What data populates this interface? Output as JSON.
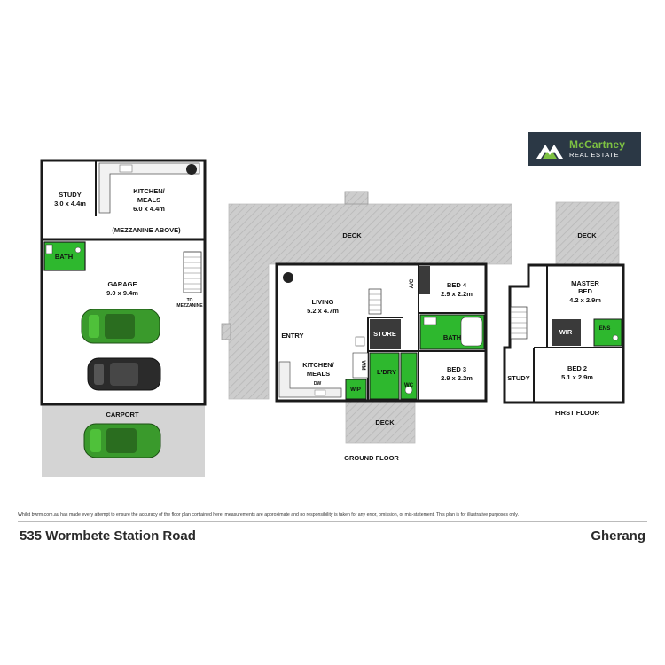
{
  "brand": {
    "name": "McCartney",
    "sub": "REAL ESTATE",
    "colors": {
      "panel": "#2b3845",
      "accent": "#7dc142"
    }
  },
  "plan_left": {
    "study": {
      "name": "STUDY",
      "size": "3.0 x 4.4m"
    },
    "kitchen": {
      "name": "KITCHEN/",
      "name2": "MEALS",
      "size": "6.0 x 4.4m"
    },
    "mezzanine": "(MEZZANINE ABOVE)",
    "bath": "BATH",
    "garage": {
      "name": "GARAGE",
      "size": "9.0 x 9.4m"
    },
    "to_mezz": "TO",
    "to_mezz2": "MEZZANINE",
    "carport": "CARPORT"
  },
  "plan_ground": {
    "deck_top": "DECK",
    "living": {
      "name": "LIVING",
      "size": "5.2 x 4.7m"
    },
    "entry": "ENTRY",
    "kitchen": {
      "name": "KITCHEN/",
      "name2": "MEALS"
    },
    "dw": "DW",
    "store": "STORE",
    "ac": "A/C",
    "wm": "WM",
    "ldry": "L'DRY",
    "wip": "WIP",
    "wc": "WC",
    "bed4": {
      "name": "BED 4",
      "size": "2.9 x 2.2m"
    },
    "bath": "BATH",
    "bed3": {
      "name": "BED 3",
      "size": "2.9 x 2.2m"
    },
    "deck_bottom": "DECK",
    "caption": "GROUND FLOOR"
  },
  "plan_first": {
    "deck": "DECK",
    "master": {
      "name": "MASTER",
      "name2": "BED",
      "size": "4.2 x 2.9m"
    },
    "wir": "WIR",
    "ens": "ENS",
    "study": "STUDY",
    "bed2": {
      "name": "BED 2",
      "size": "5.1 x 2.9m"
    },
    "caption": "FIRST FLOOR"
  },
  "footer": {
    "disclaimer": "Whilst bwrm.com.au has made every attempt to ensure the accuracy of the floor plan contained here, measurements are approximate and no responsibility is taken for any error, omission, or mis-statement. This plan is for illustrative purposes only.",
    "address": "535 Wormbete Station Road",
    "suburb": "Gherang"
  },
  "colors": {
    "wet_area": "#2eb82e",
    "wall": "#1a1a1a",
    "deck": "#cfcfcf",
    "wall_unit": "#3a3a3a"
  },
  "vehicles": [
    {
      "name": "car-green-1",
      "color": "#3a9a2c"
    },
    {
      "name": "car-dark",
      "color": "#2b2b2b"
    },
    {
      "name": "car-green-2",
      "color": "#3a9a2c"
    }
  ]
}
